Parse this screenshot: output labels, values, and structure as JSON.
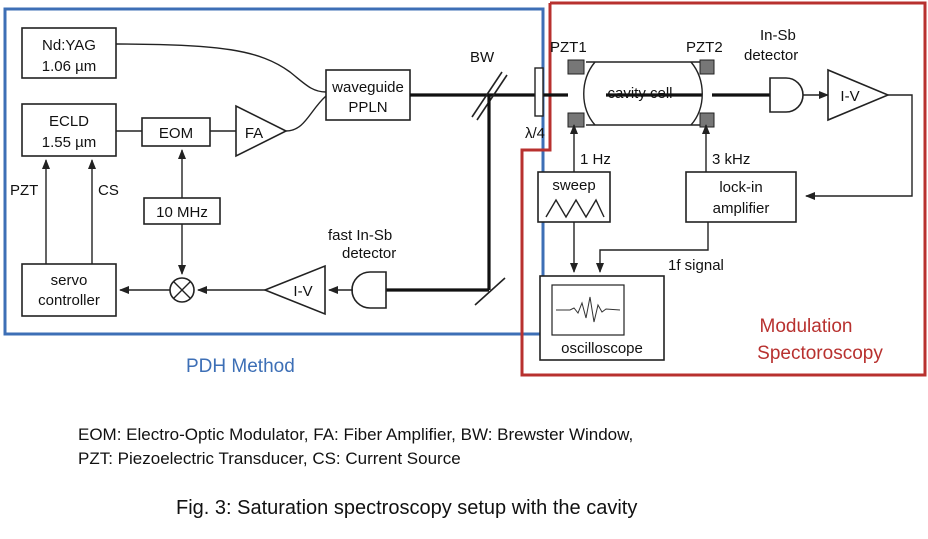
{
  "regions": {
    "pdh": {
      "label": "PDH Method",
      "color": "#3d6fb6"
    },
    "modulation": {
      "label_line1": "Modulation",
      "label_line2": "Spectoroscopy",
      "color": "#b8312f"
    }
  },
  "components": {
    "ndyag": {
      "line1": "Nd:YAG",
      "line2": "1.06 µm"
    },
    "ecld": {
      "line1": "ECLD",
      "line2": "1.55 µm"
    },
    "eom": "EOM",
    "fa": "FA",
    "waveguide": {
      "line1": "waveguide",
      "line2": "PPLN"
    },
    "rf": "10 MHz",
    "servo": {
      "line1": "servo",
      "line2": "controller"
    },
    "iv_pdh": "I-V",
    "fast_detector": {
      "line1": "fast In-Sb",
      "line2": "detector"
    },
    "bw": "BW",
    "quarter_wave": "λ/4",
    "pzt1": "PZT1",
    "pzt2": "PZT2",
    "cavity": "cavity cell",
    "insb_detector": {
      "line1": "In-Sb",
      "line2": "detector"
    },
    "iv_mod": "I-V",
    "sweep": "sweep",
    "sweep_freq": "1 Hz",
    "lockin": {
      "line1": "lock-in",
      "line2": "amplifier"
    },
    "lockin_freq": "3 kHz",
    "oscilloscope": "oscilloscope",
    "signal_1f": "1f signal",
    "pzt_label": "PZT",
    "cs_label": "CS"
  },
  "legend": {
    "line1": "EOM: Electro-Optic Modulator, FA: Fiber Amplifier, BW: Brewster Window,",
    "line2": "PZT: Piezoelectric Transducer, CS: Current Source"
  },
  "caption": "Fig. 3: Saturation spectroscopy setup with the cavity"
}
